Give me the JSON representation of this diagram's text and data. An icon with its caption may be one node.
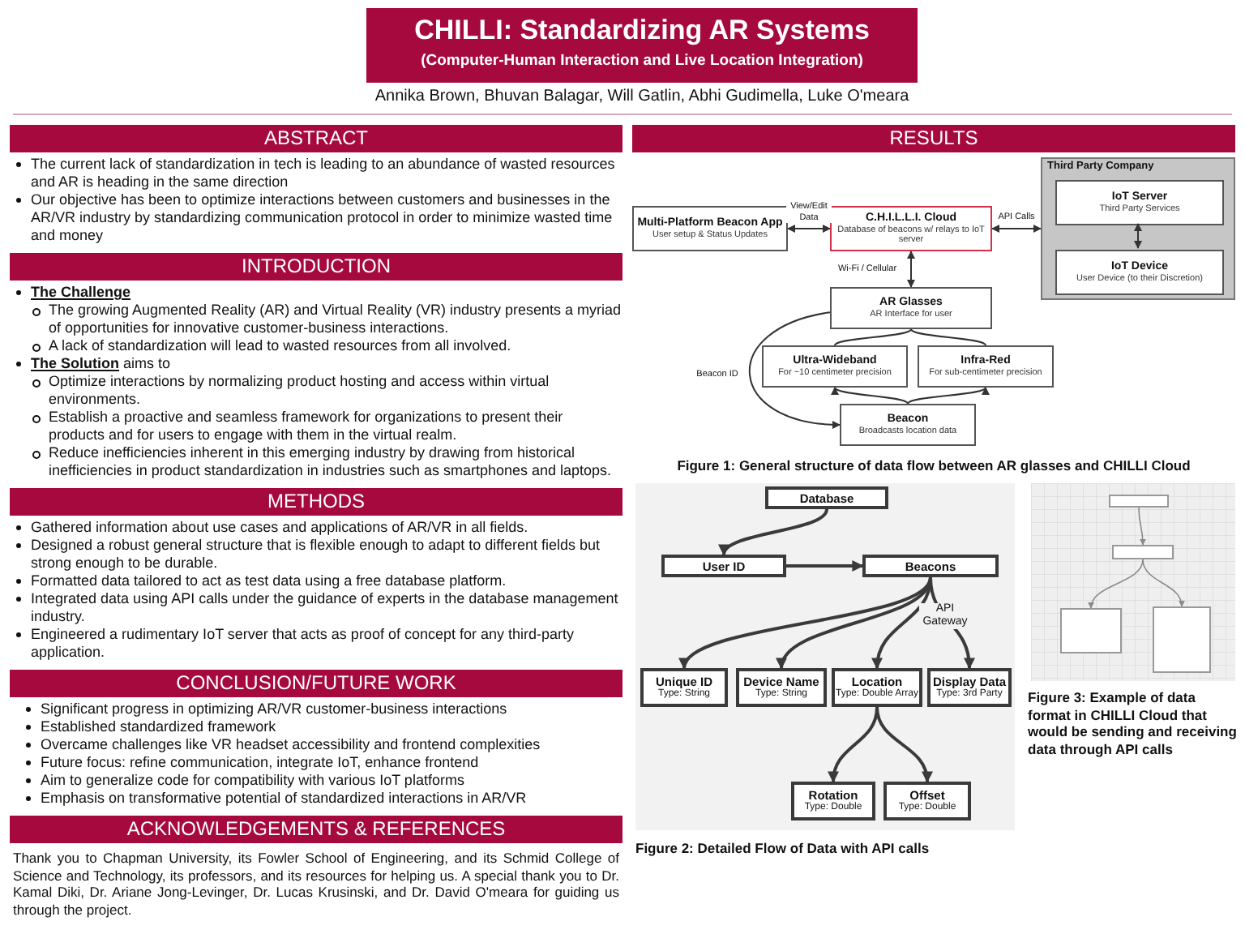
{
  "diagram": {
    "nodes": [
      {
        "text": [
          "CHILLI: Standardizing AR Systems",
          "(Computer-Human Interaction and Live Location Integration)"
        ]
      },
      {
        "text": [
          "ABSTRACT"
        ]
      },
      {
        "text": [
          "INTRODUCTION"
        ]
      },
      {
        "text": [
          "METHODS"
        ]
      },
      {
        "text": [
          "CONCLUSION/FUTURE WORK"
        ]
      },
      {
        "text": [
          "ACKNOWLEDGEMENTS & REFERENCES"
        ]
      },
      {
        "text": [
          "RESULTS"
        ]
      },
      {
        "text": [
          "Multi-Platform Beacon App",
          "User setup & Status Updates"
        ]
      },
      {
        "text": [
          "C.H.I.L.L.I. Cloud",
          "Database of beacons w/ relays to IoT server"
        ]
      },
      {
        "text": [
          "Third Party Company"
        ]
      },
      {
        "text": [
          "IoT Server",
          "Third Party Services"
        ],
        "in": 9
      },
      {
        "text": [
          "IoT Device",
          "User Device (to their Discretion)"
        ],
        "in": 9
      },
      {
        "text": [
          "AR Glasses",
          "AR Interface for user"
        ]
      },
      {
        "text": [
          "Ultra-Wideband",
          "For ~10 centimeter precision"
        ]
      },
      {
        "text": [
          "Infra-Red",
          "For sub-centimeter precision"
        ]
      },
      {
        "text": [
          "Beacon",
          "Broadcasts location data"
        ]
      },
      {
        "text": [
          "Database"
        ]
      },
      {
        "text": [
          "User ID"
        ]
      },
      {
        "text": [
          "Beacons"
        ]
      },
      {
        "text": [
          "Unique ID",
          "Type: String"
        ]
      },
      {
        "text": [
          "Device Name",
          "Type: String"
        ]
      },
      {
        "text": [
          "Location",
          "Type: Double Array"
        ]
      },
      {
        "text": [
          "Display Data",
          "Type: 3rd Party"
        ]
      },
      {
        "text": [
          "Rotation",
          "Type: Double"
        ]
      },
      {
        "text": [
          "Offset",
          "Type: Double"
        ]
      },
      {
        "text": [],
        "shape": "box"
      },
      {
        "text": [],
        "shape": "box"
      },
      {
        "text": [],
        "shape": "box"
      },
      {
        "text": [],
        "shape": "box"
      }
    ],
    "edges": [
      {
        "from": 7,
        "to": 8,
        "arrow": "both",
        "label": "View/Edit Data"
      },
      {
        "from": 8,
        "to": 9,
        "arrow": "both",
        "label": "API Calls"
      },
      {
        "from": 10,
        "to": 11,
        "arrow": "both"
      },
      {
        "from": 8,
        "to": 12,
        "arrow": "both",
        "label": "Wi-Fi / Cellular"
      },
      {
        "from": 12,
        "to": 13,
        "arrow": "none"
      },
      {
        "from": 12,
        "to": 14,
        "arrow": "none"
      },
      {
        "from": 15,
        "to": 13,
        "arrow": "to"
      },
      {
        "from": 15,
        "to": 14,
        "arrow": "to"
      },
      {
        "from": 12,
        "to": 15,
        "arrow": "to",
        "label": "Beacon ID"
      },
      {
        "from": 16,
        "to": 17,
        "arrow": "to"
      },
      {
        "from": 17,
        "to": 18,
        "arrow": "to"
      },
      {
        "from": 18,
        "to": 19,
        "arrow": "to"
      },
      {
        "from": 18,
        "to": 20,
        "arrow": "to"
      },
      {
        "from": 18,
        "to": 21,
        "arrow": "to"
      },
      {
        "from": 18,
        "to": 22,
        "arrow": "to",
        "label": "API Gateway"
      },
      {
        "from": 21,
        "to": 23,
        "arrow": "to"
      },
      {
        "from": 21,
        "to": 24,
        "arrow": "to"
      },
      {
        "from": 25,
        "to": 26,
        "arrow": "to"
      },
      {
        "from": 26,
        "to": 27,
        "arrow": "to"
      },
      {
        "from": 26,
        "to": 28,
        "arrow": "to"
      }
    ],
    "labels": [
      "Annika Brown, Bhuvan Balagar, Will Gatlin, Abhi Gudimella, Luke O'meara",
      "The current lack of standardization in tech is leading to an abundance of wasted resources and AR is heading in the same direction",
      "Our objective has been to optimize interactions between customers and businesses in the AR/VR industry by standardizing communication protocol in order to minimize wasted time and money",
      "The Challenge",
      "The growing Augmented Reality (AR) and Virtual Reality (VR) industry presents a myriad of opportunities for innovative customer-business interactions.",
      "A lack of standardization will lead to wasted resources from all involved.",
      "**The Solution** aims to",
      "Optimize interactions by normalizing product hosting and access within virtual environments.",
      "Establish a proactive and seamless framework for organizations to present their products and for users to engage with them in the virtual realm.",
      "Reduce inefficiencies inherent in this emerging industry by drawing from historical inefficiencies in product standardization in industries such as smartphones and laptops.",
      "Gathered information about use cases and applications of AR/VR in all fields.",
      "Designed a robust general structure that is flexible enough to adapt to different fields but strong enough to be durable.",
      "Formatted data tailored to act as test data using a free database platform.",
      "Integrated data using API calls under the guidance of experts in the database management industry.",
      "Engineered a rudimentary IoT server that acts as proof of concept for any third-party application.",
      "Significant progress in optimizing AR/VR customer-business interactions",
      "Established standardized framework",
      "Overcame challenges like VR headset accessibility and frontend complexities",
      "Future focus: refine communication, integrate IoT, enhance frontend",
      "Aim to generalize code for compatibility with various IoT platforms",
      "Emphasis on transformative potential of standardized interactions in AR/VR",
      "Thank you to Chapman University, its Fowler School of Engineering, and its Schmid College of Science and Technology, its professors, and its resources for helping us. A special thank you to Dr. Kamal Diki, Dr. Ariane Jong-Levinger, Dr. Lucas Krusinski, and Dr. David O'meara for guiding us through the project.",
      "Figure 1: General structure of data flow between AR glasses and CHILLI Cloud",
      "Figure 2: Detailed Flow of Data with API calls",
      "Figure 3: Example of data format in CHILLI Cloud that would be sending and receiving data through API calls"
    ]
  }
}
